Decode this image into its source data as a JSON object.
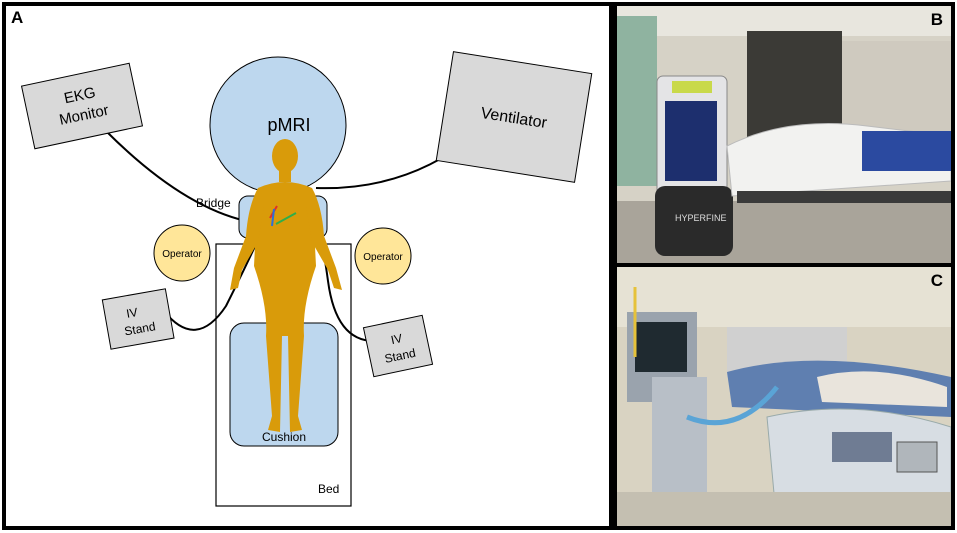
{
  "panels": {
    "a": {
      "letter": "A",
      "labels": {
        "ekg": [
          "EKG",
          "Monitor"
        ],
        "pmri": "pMRI",
        "ventilator": "Ventilator",
        "bridge": "Bridge",
        "operator_left": "Operator",
        "operator_right": "Operator",
        "iv_left": [
          "IV",
          "Stand"
        ],
        "iv_right": [
          "IV",
          "Stand"
        ],
        "cushion": "Cushion",
        "bed": "Bed"
      }
    },
    "b": {
      "letter": "B",
      "brand_text": "HYPERFINE"
    },
    "c": {
      "letter": "C"
    }
  },
  "colors": {
    "box_gray": "#d9d9d9",
    "pmri_blue": "#bdd7ee",
    "operator_yellow": "#ffe699",
    "body_orange": "#d99b0a"
  }
}
